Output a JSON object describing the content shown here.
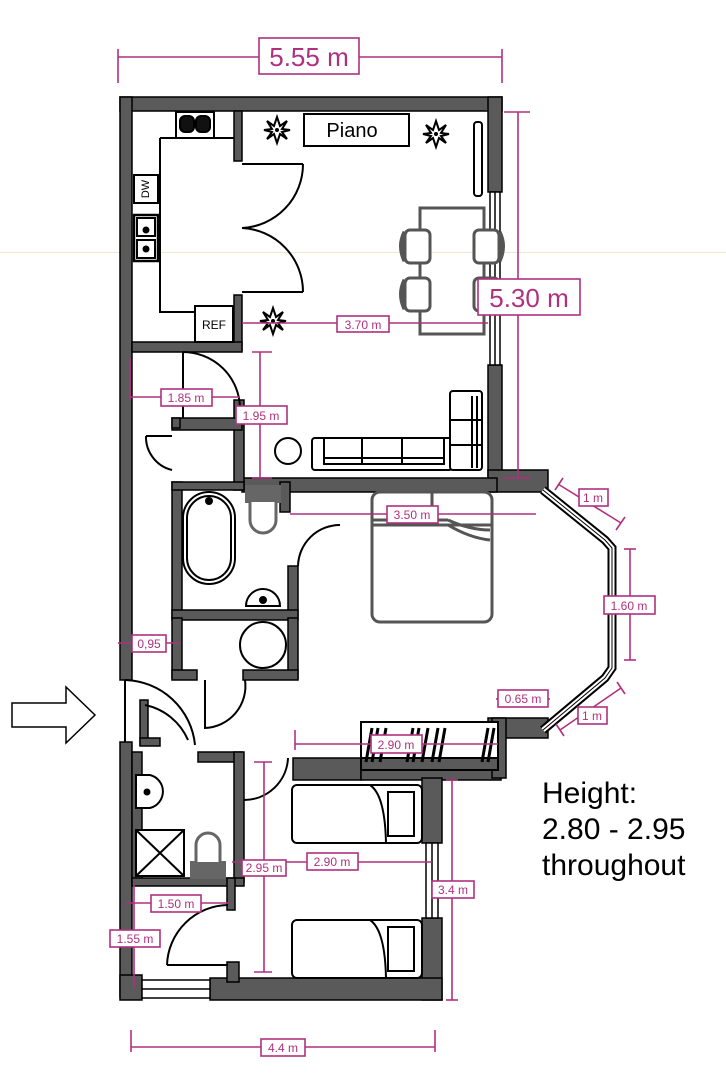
{
  "diagram": {
    "type": "floor_plan",
    "accent_color": "#b0307e",
    "wall_color": "#5a5a5a",
    "dimensions": {
      "overall_width": "5.55 m",
      "living_depth": "5.30 m",
      "living_width": "3.70 m",
      "hall_width": "1.85 m",
      "hall_depth": "1.95 m",
      "bedroom_width": "3.50 m",
      "bay_side_top": "1 m",
      "bay_front": "1.60 m",
      "bay_side_bottom": "1 m",
      "bay_return": "0.65 m",
      "corridor_width": "0,95",
      "wardrobe_width": "2.90 m",
      "bedroom2_width": "2.90 m",
      "bedroom2_depth": "2.95 m",
      "bedroom2_window_wall": "3.4 m",
      "shower_room_width": "1.50 m",
      "shower_room_depth": "1.55 m",
      "bottom_width": "4.4 m"
    },
    "labels": {
      "piano": "Piano",
      "dishwasher": "DW",
      "refrigerator": "REF"
    },
    "note": {
      "line1": "Height:",
      "line2": "2.80 - 2.95",
      "line3": "throughout"
    },
    "entrance": "entrance-arrow"
  }
}
